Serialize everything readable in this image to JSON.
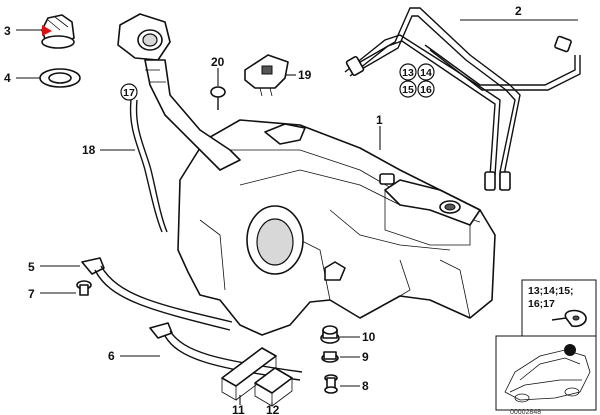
{
  "labels": {
    "p1": "1",
    "p2": "2",
    "p3": "3",
    "p4": "4",
    "p5": "5",
    "p6": "6",
    "p7": "7",
    "p8": "8",
    "p9": "9",
    "p10": "10",
    "p11": "11",
    "p12": "12",
    "p13": "13",
    "p14": "14",
    "p15": "15",
    "p16": "16",
    "p17": "17",
    "p18": "18",
    "p19": "19",
    "p20": "20",
    "inset_line1": "13;14;15;",
    "inset_line2": "16;17",
    "drawing_no": "00002848"
  },
  "colors": {
    "line": "#111111",
    "highlight_arrow": "#dd1111",
    "shade": "#d8d8d8"
  }
}
